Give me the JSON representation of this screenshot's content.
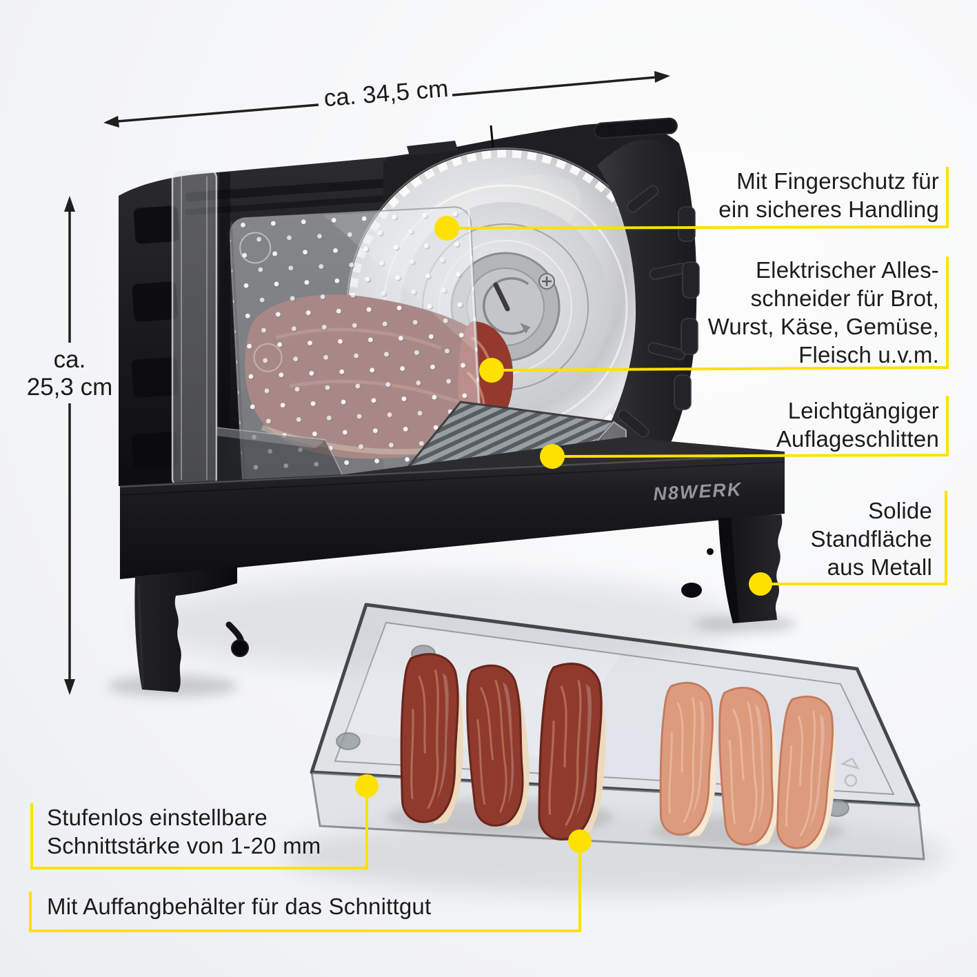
{
  "colors": {
    "accent_yellow": "#ffe100",
    "annotation_text": "#1c1c1c",
    "background": "#f3f4f6"
  },
  "brand": {
    "logo_text": "N8WERK"
  },
  "dimensions": {
    "width": {
      "label": "ca. 34,5 cm"
    },
    "height": {
      "label": "ca.\n25,3 cm"
    }
  },
  "callouts": {
    "finger_guard": {
      "label": "Mit Fingerschutz für\nein sicheres Handling"
    },
    "slicer": {
      "label": "Elektrischer Alles-\nschneider für Brot,\nWurst, Käse, Gemüse,\nFleisch u.v.m."
    },
    "carriage": {
      "label": "Leichtgängiger\nAuflageschlitten"
    },
    "base": {
      "label": "Solide\nStandfläche\naus Metall"
    },
    "thickness": {
      "label": "Stufenlos einstellbare\nSchnittstärke von 1-20 mm"
    },
    "tray": {
      "label": "Mit Auffangbehälter für das Schnittgut"
    }
  }
}
